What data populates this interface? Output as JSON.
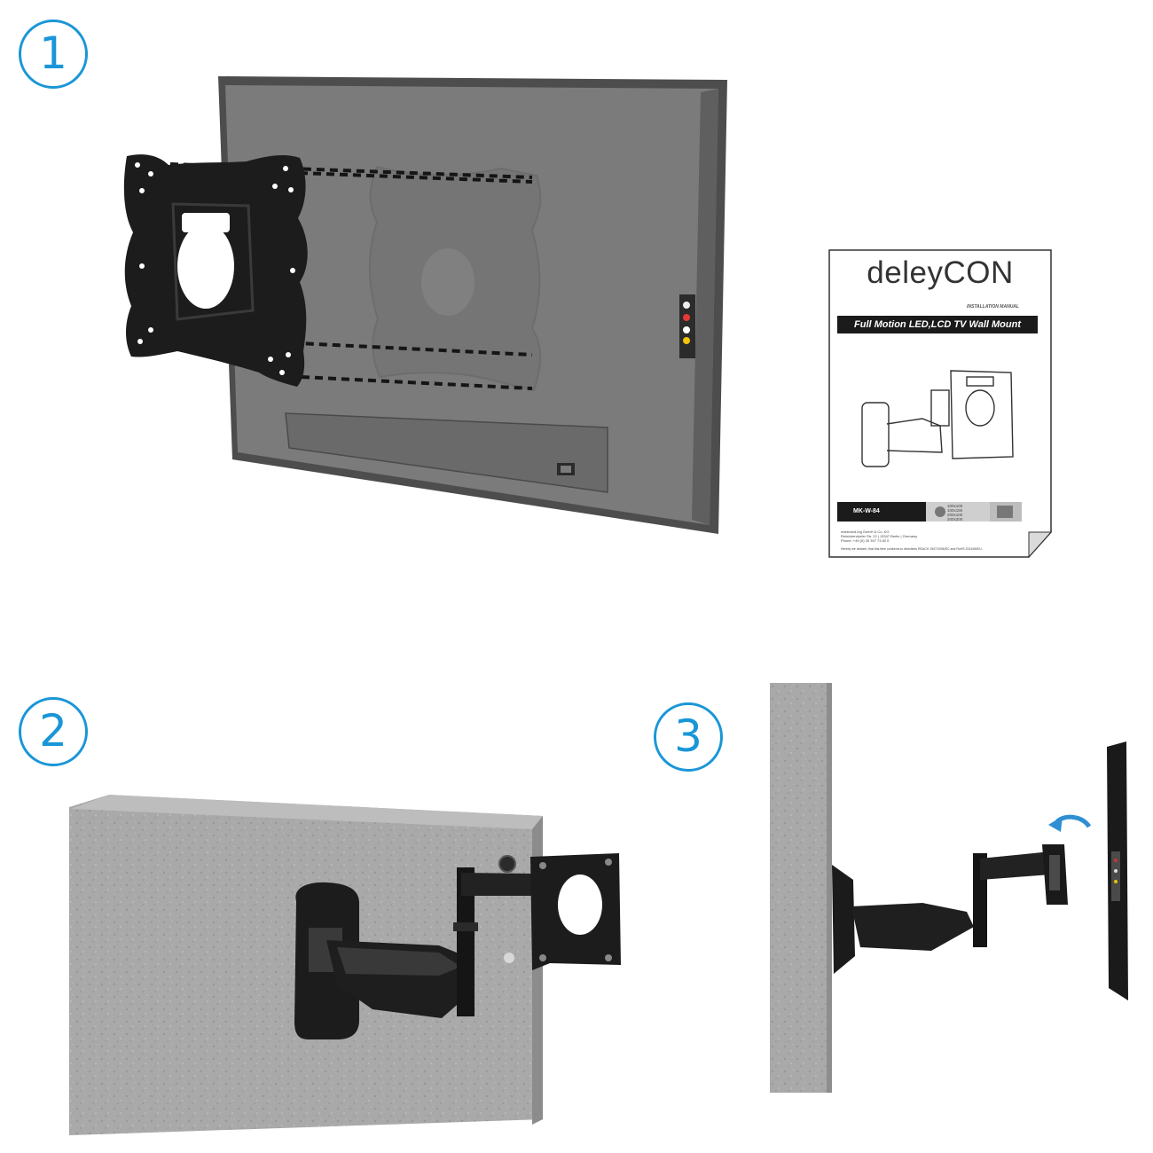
{
  "steps": [
    {
      "number": "1"
    },
    {
      "number": "2"
    },
    {
      "number": "3"
    }
  ],
  "manual": {
    "brand": "deleyCON",
    "subtitle": "INSTALLATION MANUAL",
    "title": "Full Motion LED,LCD TV Wall Mount",
    "model": "MK-W-84",
    "vesa_sizes": [
      "100x100",
      "100x150",
      "200x100",
      "200x200"
    ],
    "address_lines": [
      "marbrand-ing GmbH & Co. KG",
      "Reinickendorfer Str. 22 | 13347 Berlin | Germany",
      "Phone: +49 (0) 30 397 73 82 0"
    ],
    "declaration": "Hereby we declare, that this item conforms to directives REACH 1907/2006/EC and RoHS 2011/65/EU."
  },
  "colors": {
    "step_circle": "#1a96d8",
    "tv_back": "#7a7a7a",
    "bracket": "#1c1c1c",
    "wall": "#a8a8a8",
    "arrow": "#2f8fd3"
  },
  "icons": [
    "bracket-plate",
    "wall-mount-arm",
    "rotate-arrow"
  ]
}
